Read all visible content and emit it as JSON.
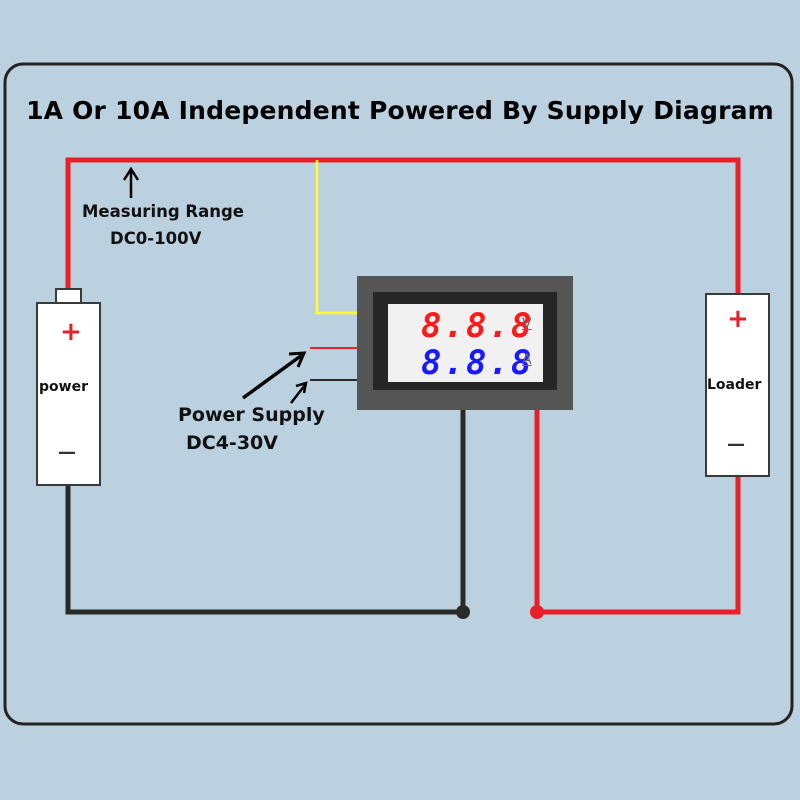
{
  "title": "1A Or 10A Independent Powered By Supply Diagram",
  "labels": {
    "measuring_range": "Measuring Range",
    "measuring_range_value": "DC0-100V",
    "power_supply": "Power Supply",
    "power_supply_value": "DC4-30V"
  },
  "power_battery": {
    "label": "power",
    "plus": "+",
    "minus": "—"
  },
  "loader": {
    "label": "Loader",
    "plus": "+",
    "minus": "—"
  },
  "meter": {
    "voltage_reading": "8.8.8",
    "voltage_unit": "V",
    "current_reading": "8.8.8",
    "current_unit": "A"
  },
  "colors": {
    "background": "#bcd1e0",
    "wire_red": "#e8202a",
    "wire_black": "#2a2a2a",
    "wire_yellow": "#ffff33",
    "meter_body": "#555555",
    "display_voltage": "#ff1a1a",
    "display_current": "#1a1aff"
  }
}
